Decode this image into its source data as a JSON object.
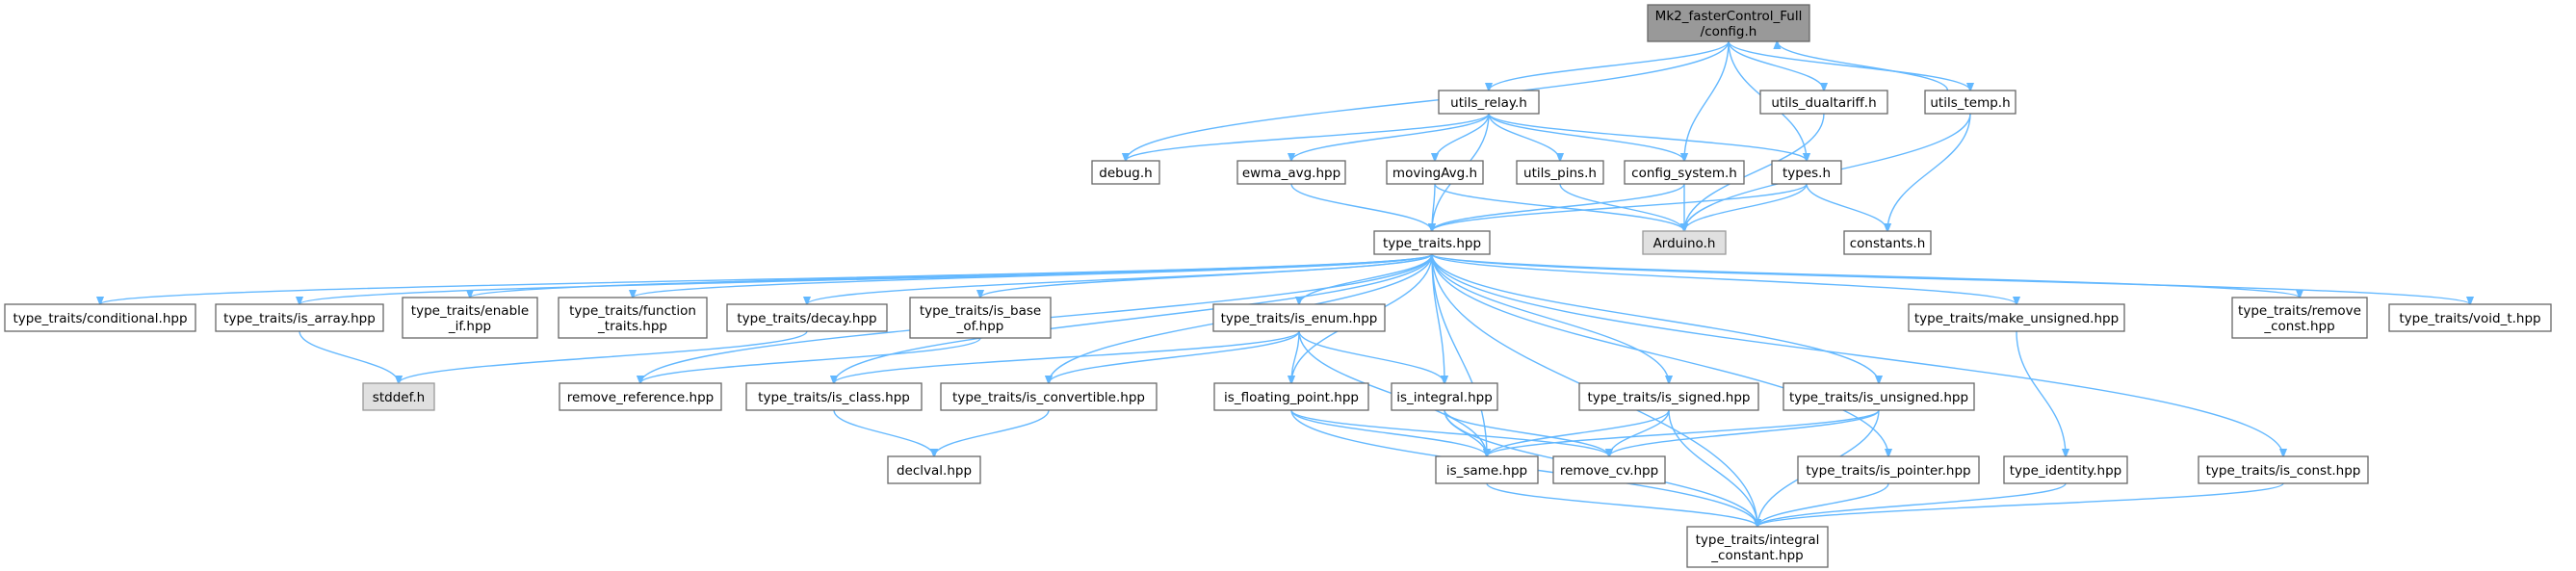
{
  "nodes": [
    {
      "id": "root",
      "lines": [
        "Mk2_fasterControl_Full",
        "/config.h"
      ],
      "style": "root"
    },
    {
      "id": "utils_relay",
      "lines": [
        "utils_relay.h"
      ],
      "style": "normal"
    },
    {
      "id": "utils_dualtariff",
      "lines": [
        "utils_dualtariff.h"
      ],
      "style": "normal"
    },
    {
      "id": "utils_temp",
      "lines": [
        "utils_temp.h"
      ],
      "style": "normal"
    },
    {
      "id": "debug",
      "lines": [
        "debug.h"
      ],
      "style": "normal"
    },
    {
      "id": "ewma_avg",
      "lines": [
        "ewma_avg.hpp"
      ],
      "style": "normal"
    },
    {
      "id": "movingAvg",
      "lines": [
        "movingAvg.h"
      ],
      "style": "normal"
    },
    {
      "id": "utils_pins",
      "lines": [
        "utils_pins.h"
      ],
      "style": "normal"
    },
    {
      "id": "config_system",
      "lines": [
        "config_system.h"
      ],
      "style": "normal"
    },
    {
      "id": "types",
      "lines": [
        "types.h"
      ],
      "style": "normal"
    },
    {
      "id": "type_traits",
      "lines": [
        "type_traits.hpp"
      ],
      "style": "normal"
    },
    {
      "id": "arduino",
      "lines": [
        "Arduino.h"
      ],
      "style": "system"
    },
    {
      "id": "constants",
      "lines": [
        "constants.h"
      ],
      "style": "normal"
    },
    {
      "id": "conditional",
      "lines": [
        "type_traits/conditional.hpp"
      ],
      "style": "normal"
    },
    {
      "id": "is_array",
      "lines": [
        "type_traits/is_array.hpp"
      ],
      "style": "normal"
    },
    {
      "id": "enable_if",
      "lines": [
        "type_traits/enable",
        "_if.hpp"
      ],
      "style": "normal"
    },
    {
      "id": "function_traits",
      "lines": [
        "type_traits/function",
        "_traits.hpp"
      ],
      "style": "normal"
    },
    {
      "id": "decay",
      "lines": [
        "type_traits/decay.hpp"
      ],
      "style": "normal"
    },
    {
      "id": "is_base_of",
      "lines": [
        "type_traits/is_base",
        "_of.hpp"
      ],
      "style": "normal"
    },
    {
      "id": "is_enum",
      "lines": [
        "type_traits/is_enum.hpp"
      ],
      "style": "normal"
    },
    {
      "id": "make_unsigned",
      "lines": [
        "type_traits/make_unsigned.hpp"
      ],
      "style": "normal"
    },
    {
      "id": "remove_const",
      "lines": [
        "type_traits/remove",
        "_const.hpp"
      ],
      "style": "normal"
    },
    {
      "id": "void_t",
      "lines": [
        "type_traits/void_t.hpp"
      ],
      "style": "normal"
    },
    {
      "id": "stddef",
      "lines": [
        "stddef.h"
      ],
      "style": "system"
    },
    {
      "id": "remove_reference",
      "lines": [
        "remove_reference.hpp"
      ],
      "style": "normal"
    },
    {
      "id": "is_class",
      "lines": [
        "type_traits/is_class.hpp"
      ],
      "style": "normal"
    },
    {
      "id": "is_floating_point",
      "lines": [
        "is_floating_point.hpp"
      ],
      "style": "normal"
    },
    {
      "id": "is_integral",
      "lines": [
        "is_integral.hpp"
      ],
      "style": "normal"
    },
    {
      "id": "is_convertible",
      "lines": [
        "type_traits/is_convertible.hpp"
      ],
      "style": "normal"
    },
    {
      "id": "is_signed",
      "lines": [
        "type_traits/is_signed.hpp"
      ],
      "style": "normal"
    },
    {
      "id": "is_unsigned",
      "lines": [
        "type_traits/is_unsigned.hpp"
      ],
      "style": "normal"
    },
    {
      "id": "declval",
      "lines": [
        "declval.hpp"
      ],
      "style": "normal"
    },
    {
      "id": "is_same",
      "lines": [
        "is_same.hpp"
      ],
      "style": "normal"
    },
    {
      "id": "remove_cv",
      "lines": [
        "remove_cv.hpp"
      ],
      "style": "normal"
    },
    {
      "id": "is_pointer",
      "lines": [
        "type_traits/is_pointer.hpp"
      ],
      "style": "normal"
    },
    {
      "id": "type_identity",
      "lines": [
        "type_identity.hpp"
      ],
      "style": "normal"
    },
    {
      "id": "is_const",
      "lines": [
        "type_traits/is_const.hpp"
      ],
      "style": "normal"
    },
    {
      "id": "integral_constant",
      "lines": [
        "type_traits/integral",
        "_constant.hpp"
      ],
      "style": "normal"
    }
  ],
  "edges": [
    [
      "root",
      "utils_relay"
    ],
    [
      "root",
      "debug"
    ],
    [
      "root",
      "config_system"
    ],
    [
      "root",
      "types"
    ],
    [
      "root",
      "utils_dualtariff"
    ],
    [
      "root",
      "utils_temp"
    ],
    [
      "utils_relay",
      "debug"
    ],
    [
      "utils_relay",
      "ewma_avg"
    ],
    [
      "utils_relay",
      "movingAvg"
    ],
    [
      "utils_relay",
      "utils_pins"
    ],
    [
      "utils_relay",
      "config_system"
    ],
    [
      "utils_relay",
      "types"
    ],
    [
      "utils_relay",
      "type_traits"
    ],
    [
      "utils_dualtariff",
      "arduino"
    ],
    [
      "utils_temp",
      "root"
    ],
    [
      "utils_temp",
      "arduino"
    ],
    [
      "utils_temp",
      "constants"
    ],
    [
      "ewma_avg",
      "type_traits"
    ],
    [
      "movingAvg",
      "type_traits"
    ],
    [
      "movingAvg",
      "arduino"
    ],
    [
      "utils_pins",
      "arduino"
    ],
    [
      "config_system",
      "type_traits"
    ],
    [
      "config_system",
      "arduino"
    ],
    [
      "types",
      "arduino"
    ],
    [
      "types",
      "constants"
    ],
    [
      "types",
      "type_traits"
    ],
    [
      "type_traits",
      "conditional"
    ],
    [
      "type_traits",
      "is_array"
    ],
    [
      "type_traits",
      "enable_if"
    ],
    [
      "type_traits",
      "function_traits"
    ],
    [
      "type_traits",
      "decay"
    ],
    [
      "type_traits",
      "is_base_of"
    ],
    [
      "type_traits",
      "is_enum"
    ],
    [
      "type_traits",
      "make_unsigned"
    ],
    [
      "type_traits",
      "remove_const"
    ],
    [
      "type_traits",
      "void_t"
    ],
    [
      "type_traits",
      "remove_reference"
    ],
    [
      "type_traits",
      "is_class"
    ],
    [
      "type_traits",
      "is_convertible"
    ],
    [
      "type_traits",
      "is_floating_point"
    ],
    [
      "type_traits",
      "is_integral"
    ],
    [
      "type_traits",
      "is_signed"
    ],
    [
      "type_traits",
      "is_unsigned"
    ],
    [
      "type_traits",
      "is_same"
    ],
    [
      "type_traits",
      "is_pointer"
    ],
    [
      "type_traits",
      "is_const"
    ],
    [
      "type_traits",
      "integral_constant"
    ],
    [
      "is_array",
      "stddef"
    ],
    [
      "decay",
      "stddef"
    ],
    [
      "is_base_of",
      "remove_reference"
    ],
    [
      "is_enum",
      "is_class"
    ],
    [
      "is_enum",
      "is_convertible"
    ],
    [
      "is_enum",
      "is_floating_point"
    ],
    [
      "is_enum",
      "is_integral"
    ],
    [
      "is_enum",
      "is_same"
    ],
    [
      "make_unsigned",
      "type_identity"
    ],
    [
      "is_class",
      "declval"
    ],
    [
      "is_convertible",
      "declval"
    ],
    [
      "is_floating_point",
      "is_same"
    ],
    [
      "is_floating_point",
      "remove_cv"
    ],
    [
      "is_floating_point",
      "integral_constant"
    ],
    [
      "is_integral",
      "is_same"
    ],
    [
      "is_integral",
      "remove_cv"
    ],
    [
      "is_integral",
      "integral_constant"
    ],
    [
      "is_signed",
      "is_same"
    ],
    [
      "is_signed",
      "remove_cv"
    ],
    [
      "is_signed",
      "integral_constant"
    ],
    [
      "is_unsigned",
      "is_same"
    ],
    [
      "is_unsigned",
      "remove_cv"
    ],
    [
      "is_unsigned",
      "integral_constant"
    ],
    [
      "is_same",
      "integral_constant"
    ],
    [
      "is_pointer",
      "integral_constant"
    ],
    [
      "type_identity",
      "integral_constant"
    ],
    [
      "is_const",
      "integral_constant"
    ]
  ],
  "colors": {
    "edge": "#63b8ff",
    "node_border": "#666666",
    "root_fill": "#999999",
    "system_fill": "#e0e0e0",
    "normal_fill": "#ffffff"
  }
}
